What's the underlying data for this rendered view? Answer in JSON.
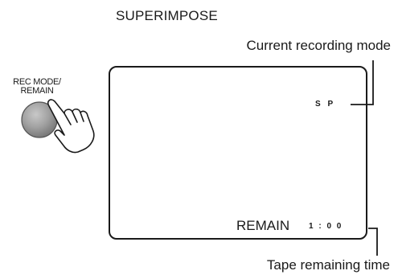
{
  "diagram": {
    "title": "SUPERIMPOSE",
    "button": {
      "label_line1": "REC MODE/",
      "label_line2": "REMAIN",
      "icon": "hand-pressing-button-icon"
    },
    "screen": {
      "mode_indicator": "S P",
      "remain_label": "REMAIN",
      "remain_time": "1 : 0 0"
    },
    "callouts": {
      "recording_mode": "Current recording mode",
      "tape_remaining": "Tape remaining time"
    }
  }
}
